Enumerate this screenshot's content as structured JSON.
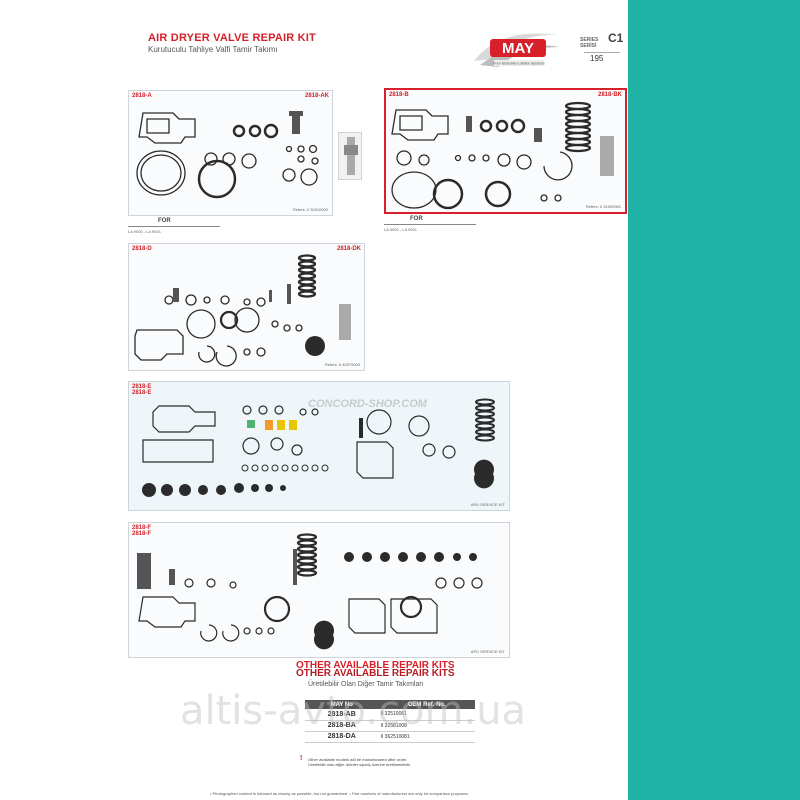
{
  "header": {
    "title": "AIR DRYER VALVE REPAIR KIT",
    "subtitle": "Kurutuculu Tahliye Valfi Tamir Takımı"
  },
  "logo": {
    "brand": "MAY",
    "tagline": "Fren Sistemleri | Brake Systems"
  },
  "series": {
    "label_en": "SERIES",
    "label_tr": "SERİSİ",
    "code": "C1",
    "page": "195"
  },
  "panels": {
    "a": {
      "code_left": "2818-A",
      "code_right": "2818-AK",
      "ref": "Refers: II 32510000",
      "for": "FOR",
      "models": "LA 9000 - LA 9001"
    },
    "b": {
      "code_left": "2818-B",
      "code_right": "2818-BK",
      "ref": "Refers: II 32500061",
      "for": "FOR",
      "models": "LA 9000 - LA 9001"
    },
    "d": {
      "code_left": "2818-D",
      "code_right": "2818-DK",
      "ref": "Refers: II 40975000"
    },
    "e": {
      "code_left": "2818-E",
      "code_left2": "2818-E",
      "ref": "APU SERVICE KIT"
    },
    "f": {
      "code_left": "2818-F",
      "code_left2": "2818-F",
      "ref": "APU SERVICE KIT"
    }
  },
  "watermarks": {
    "concord": "CONCORD-SHOP.COM",
    "altis": "altis-avto.com.ua"
  },
  "other_kits": {
    "title": "OTHER AVAILABLE REPAIR KITS",
    "subtitle": "Üretilebilir Olan Diğer Tamir Takımları",
    "col_may": "MAY No",
    "col_oem": "OEM Ref. No.",
    "rows": [
      {
        "may": "2818-AB",
        "oem": "II 32510061"
      },
      {
        "may": "2818-BA",
        "oem": "II 32581008"
      },
      {
        "may": "2818-DA",
        "oem": "II 362510081"
      }
    ],
    "note_mark": "!",
    "note_en": "Other available models will be manufactured after order.",
    "note_tr": "Üretilebilir olan diğer ürünler sipariş üzerine üretilmektedir."
  },
  "footer": {
    "text": "• Photographed content is followed as closely as possible, but not guaranteed. • Part numbers of manufacturers are only for comparison purposes."
  },
  "colors": {
    "accent_red": "#d6202a",
    "sidebar_teal": "#1fb3a5",
    "part_dark": "#2b2b2b"
  }
}
